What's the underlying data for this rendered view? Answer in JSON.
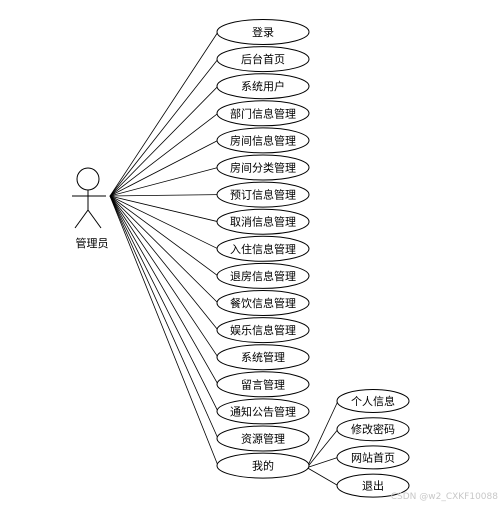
{
  "actor": {
    "label": "管理员"
  },
  "main_use_cases": [
    "登录",
    "后台首页",
    "系统用户",
    "部门信息管理",
    "房间信息管理",
    "房间分类管理",
    "预订信息管理",
    "取消信息管理",
    "入住信息管理",
    "退房信息管理",
    "餐饮信息管理",
    "娱乐信息管理",
    "系统管理",
    "留言管理",
    "通知公告管理",
    "资源管理",
    "我的"
  ],
  "sub_use_cases": [
    "个人信息",
    "修改密码",
    "网站首页",
    "退出"
  ],
  "watermark": "CSDN @w2_CXKF10088",
  "colors": {
    "stroke": "#000000",
    "fill": "#ffffff",
    "actor_head_fill": "#ffffff",
    "watermark": "#c8c8c8"
  }
}
